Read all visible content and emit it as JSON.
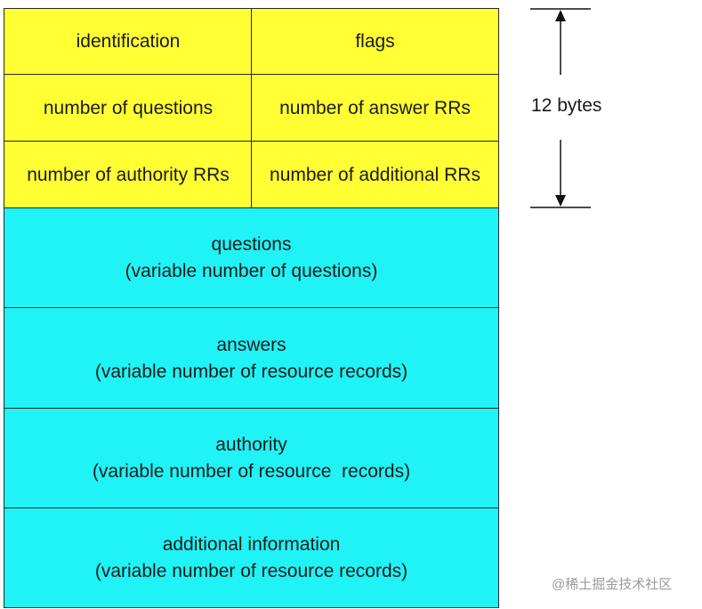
{
  "header": {
    "identification": "identification",
    "flags": "flags",
    "num_questions": "number of questions",
    "num_answer_rrs": "number of answer RRs",
    "num_authority_rrs": "number of authority RRs",
    "num_additional_rrs": "number of additional RRs"
  },
  "header_size_label": "12 bytes",
  "sections": {
    "questions": {
      "title": "questions",
      "detail": "(variable number of questions)"
    },
    "answers": {
      "title": "answers",
      "detail": "(variable number of resource records)"
    },
    "authority": {
      "title": "authority",
      "detail": "(variable number of resource  records)"
    },
    "additional": {
      "title": "additional information",
      "detail": "(variable number of resource records)"
    }
  },
  "watermark": "@稀土掘金技术社区",
  "colors": {
    "header_fill": "#ffff33",
    "section_fill": "#1ff3f5",
    "border": "#2a2a2a"
  }
}
